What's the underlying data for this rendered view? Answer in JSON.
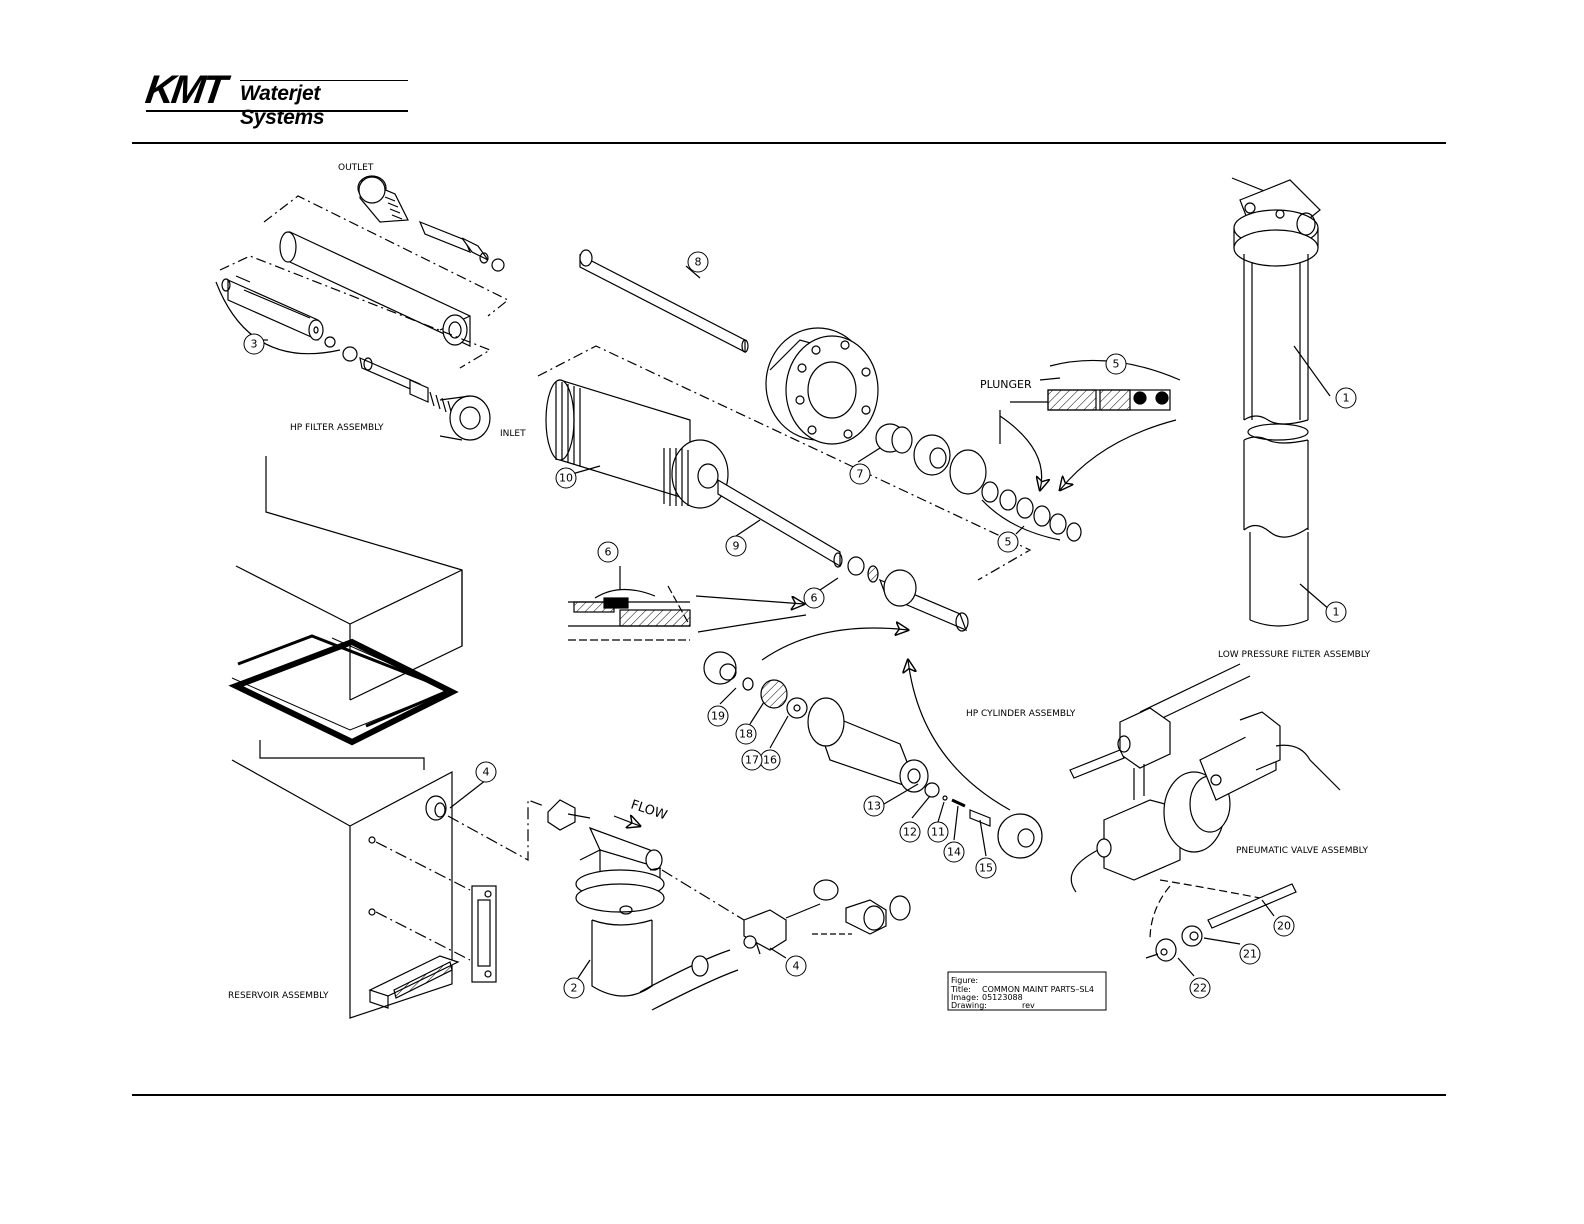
{
  "header": {
    "logo_mark": "KMT",
    "logo_text": "Waterjet Systems"
  },
  "labels": {
    "outlet": "OUTLET",
    "inlet": "INLET",
    "hp_filter": "HP FILTER ASSEMBLY",
    "hp_cylinder": "HP CYLINDER ASSEMBLY",
    "low_pressure_filter": "LOW PRESSURE FILTER ASSEMBLY",
    "pneumatic_valve": "PNEUMATIC VALVE ASSEMBLY",
    "reservoir": "RESERVOIR ASSEMBLY",
    "plunger": "PLUNGER",
    "flow": "FLOW"
  },
  "callouts": {
    "c1": "1",
    "c2": "2",
    "c3": "3",
    "c4": "4",
    "c5": "5",
    "c6": "6",
    "c7": "7",
    "c8": "8",
    "c9": "9",
    "c10": "10",
    "c11": "11",
    "c12": "12",
    "c13": "13",
    "c14": "14",
    "c15": "15",
    "c16": "16",
    "c17": "17",
    "c18": "18",
    "c19": "19",
    "c20": "20",
    "c21": "21",
    "c22": "22"
  },
  "title_block": {
    "figure_label": "Figure:",
    "title_label": "Title:",
    "title_value": "COMMON MAINT PARTS–SL4",
    "image_label": "Image:",
    "image_value": "05123088",
    "drawing_label": "Drawing:",
    "rev_label": "rev"
  }
}
